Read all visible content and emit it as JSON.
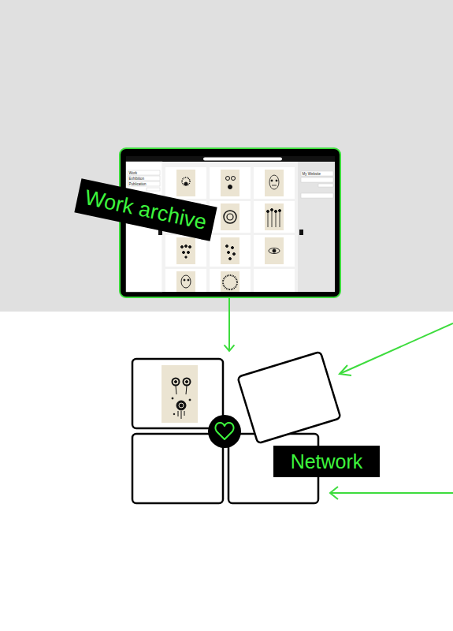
{
  "diagram": {
    "nodes": [
      {
        "text": [
          "Work archive"
        ]
      },
      {
        "text": [
          "Network"
        ]
      }
    ],
    "edges": [
      {
        "from": 0,
        "to": 1,
        "arrow": "to"
      }
    ],
    "labels": [
      "Work",
      "Exhibition",
      "Publication",
      "My Website"
    ]
  }
}
